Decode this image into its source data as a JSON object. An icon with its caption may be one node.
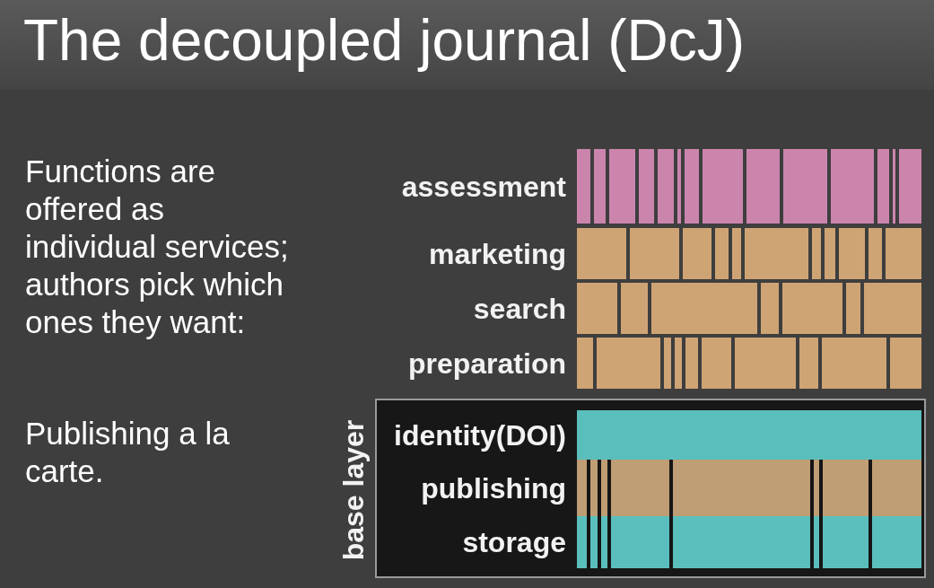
{
  "diagram": {
    "title": "The decoupled journal (DcJ)",
    "nodes": [
      {
        "text": [
          "assessment"
        ]
      },
      {
        "text": [
          "marketing"
        ]
      },
      {
        "text": [
          "search"
        ]
      },
      {
        "text": [
          "preparation"
        ]
      },
      {
        "text": [
          "base layer"
        ]
      },
      {
        "text": [
          "identity(DOI)"
        ],
        "in": 4
      },
      {
        "text": [
          "publishing"
        ],
        "in": 4
      },
      {
        "text": [
          "storage"
        ],
        "in": 4
      }
    ],
    "edges": [],
    "labels": [
      "Functions are offered as individual services; authors pick which ones they want:",
      "Publishing a la carte."
    ]
  }
}
